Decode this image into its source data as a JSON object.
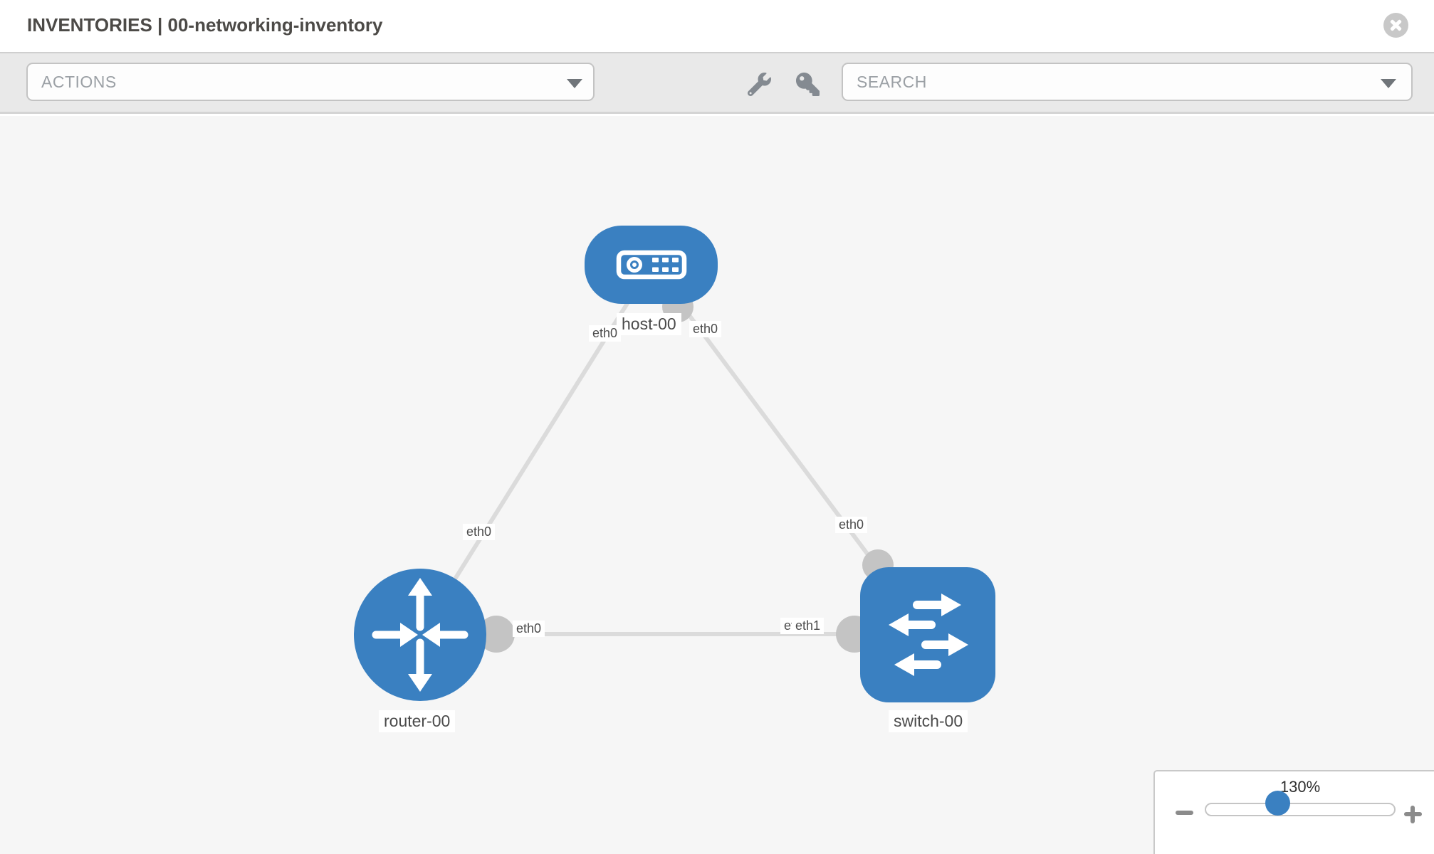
{
  "header": {
    "title": "INVENTORIES | 00-networking-inventory"
  },
  "toolbar": {
    "actions_placeholder": "ACTIONS",
    "search_placeholder": "SEARCH",
    "icons": [
      "wrench-icon",
      "key-icon"
    ]
  },
  "topology": {
    "nodes": [
      {
        "label": "host-00",
        "type": "host",
        "icon": "host-icon"
      },
      {
        "label": "router-00",
        "type": "router",
        "icon": "router-icon"
      },
      {
        "label": "switch-00",
        "type": "switch",
        "icon": "switch-icon"
      }
    ],
    "links": [
      {
        "from": "host-00",
        "from_if": "eth0",
        "to": "router-00",
        "to_if": "eth0"
      },
      {
        "from": "host-00",
        "from_if": "eth0",
        "to": "switch-00",
        "to_if": "eth0"
      },
      {
        "from": "router-00",
        "from_if": "eth0",
        "to": "switch-00",
        "to_if": "eth1",
        "overlapped_label": "eth0"
      }
    ]
  },
  "zoom_control": {
    "level": "130%",
    "minus_label": "−",
    "plus_label": "+"
  },
  "colors": {
    "node_blue": "#3a80c1",
    "link_gray": "#dbdbdb",
    "interface_gray": "#c4c4c4",
    "canvas_bg": "#f6f6f6",
    "toolbar_bg": "#e9e9e9"
  }
}
